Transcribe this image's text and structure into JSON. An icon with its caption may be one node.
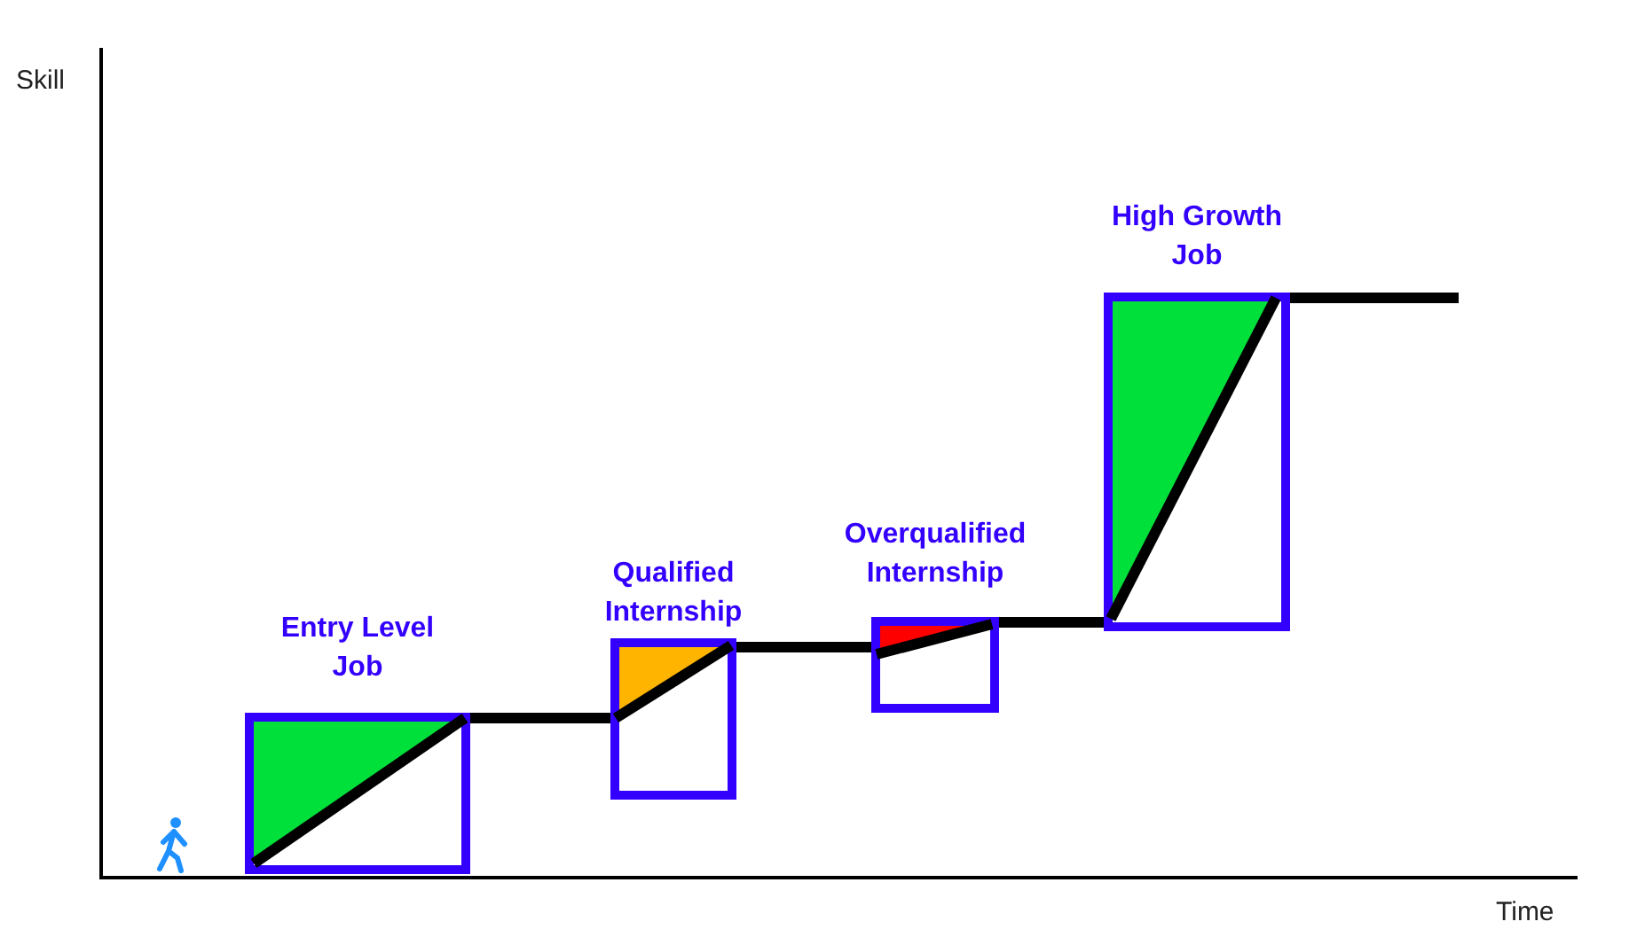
{
  "diagram": {
    "nodes": [
      {
        "text": [
          "Entry Level Job"
        ]
      },
      {
        "text": [
          "Qualified Internship"
        ]
      },
      {
        "text": [
          "Overqualified Internship"
        ]
      },
      {
        "text": [
          "High Growth Job"
        ]
      }
    ],
    "edges": [
      {
        "from": 0,
        "to": 1,
        "arrow": "none"
      },
      {
        "from": 1,
        "to": 2,
        "arrow": "none"
      },
      {
        "from": 2,
        "to": 3,
        "arrow": "none"
      },
      {
        "from": 3,
        "to": null,
        "arrow": "none"
      }
    ],
    "labels": [
      "Skill",
      "Time"
    ]
  }
}
